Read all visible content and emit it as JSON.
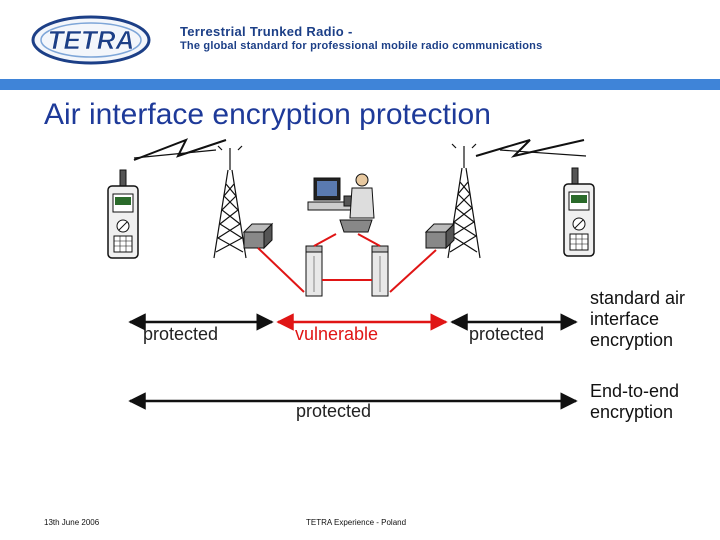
{
  "header": {
    "logo_text": "TETRA",
    "line1": "Terrestrial Trunked Radio -",
    "line2": "The global standard for professional mobile radio communications"
  },
  "title": "Air interface encryption protection",
  "labels": {
    "protected_left": "protected",
    "vulnerable": "vulnerable",
    "protected_right": "protected",
    "protected_e2e": "protected"
  },
  "notes": {
    "air_interface": "standard air interface encryption",
    "end_to_end": "End-to-end encryption"
  },
  "footer": {
    "date": "13th June 2006",
    "event": "TETRA Experience - Poland"
  },
  "colors": {
    "brand_blue": "#1c3f87",
    "header_bar": "#3f84d8",
    "vulnerable_red": "#e01515"
  }
}
